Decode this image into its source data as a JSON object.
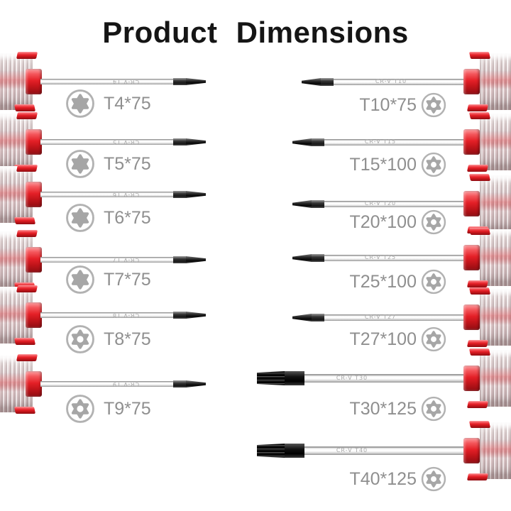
{
  "title": "Product Dimensions",
  "colors": {
    "accent_red": "#e42027",
    "label_gray": "#8f8f8f",
    "icon_gray": "#a6a6a6",
    "title_black": "#151515",
    "background": "#ffffff"
  },
  "screwdrivers": [
    {
      "label": "T4*75",
      "shaft_marking": "CR-V T4",
      "orientation": "left",
      "bit_icon": "torx-star"
    },
    {
      "label": "T5*75",
      "shaft_marking": "CR-V T5",
      "orientation": "left",
      "bit_icon": "torx-star"
    },
    {
      "label": "T6*75",
      "shaft_marking": "CR-V T6",
      "orientation": "left",
      "bit_icon": "torx-star"
    },
    {
      "label": "T7*75",
      "shaft_marking": "CR-V T7",
      "orientation": "left",
      "bit_icon": "torx-star"
    },
    {
      "label": "T8*75",
      "shaft_marking": "CR-V T8",
      "orientation": "left",
      "bit_icon": "security-torx-star"
    },
    {
      "label": "T9*75",
      "shaft_marking": "CR-V T9",
      "orientation": "left",
      "bit_icon": "security-torx-star"
    },
    {
      "label": "T10*75",
      "shaft_marking": "CR-V T10",
      "orientation": "right",
      "bit_icon": "security-torx-star"
    },
    {
      "label": "T15*100",
      "shaft_marking": "CR-V T15",
      "orientation": "right",
      "bit_icon": "security-torx-star"
    },
    {
      "label": "T20*100",
      "shaft_marking": "CR-V T20",
      "orientation": "right",
      "bit_icon": "security-torx-star"
    },
    {
      "label": "T25*100",
      "shaft_marking": "CR-V T25",
      "orientation": "right",
      "bit_icon": "security-torx-star"
    },
    {
      "label": "T27*100",
      "shaft_marking": "CR-V T27",
      "orientation": "right",
      "bit_icon": "security-torx-star"
    },
    {
      "label": "T30*125",
      "shaft_marking": "CR-V T30",
      "orientation": "right",
      "bit_icon": "security-torx-star"
    },
    {
      "label": "T40*125",
      "shaft_marking": "CR-V T40",
      "orientation": "right",
      "bit_icon": "security-torx-star"
    }
  ]
}
